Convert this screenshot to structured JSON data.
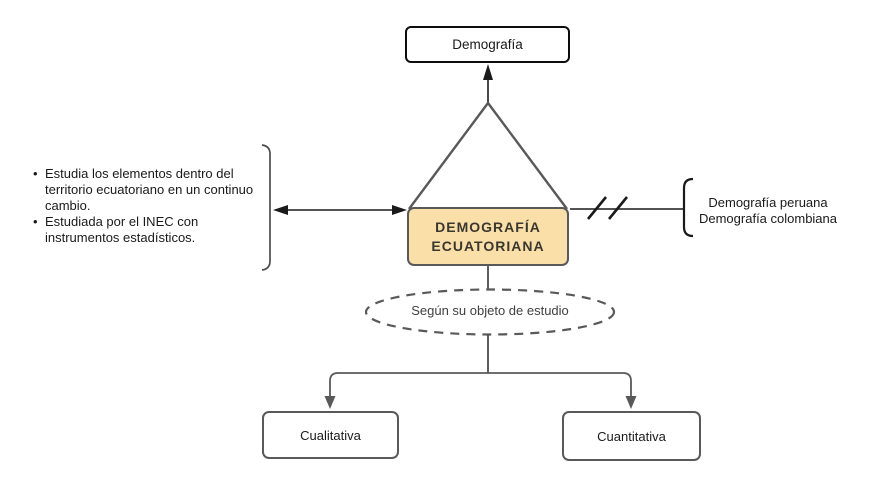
{
  "diagram": {
    "title_node": {
      "label": "Demografía"
    },
    "center_node": {
      "label": "DEMOGRAFÍA ECUATORIANA",
      "fill": "#fadfa9",
      "border": "#595959"
    },
    "category_ellipse": {
      "label": "Según su objeto de estudio"
    },
    "bottom_nodes": {
      "left": {
        "label": "Cualitativa"
      },
      "right": {
        "label": "Cuantitativa"
      }
    },
    "left_notes": {
      "items": [
        "Estudia los elementos dentro del\nterritorio ecuatoriano en un continuo\ncambio.",
        "Estudiada por el INEC con\ninstrumentos estadísticos."
      ]
    },
    "right_notes": {
      "items": [
        "Demografía peruana",
        "Demografía colombiana"
      ]
    },
    "colors": {
      "connector_gray": "#595959",
      "connector_black": "#1a1a1a",
      "center_fill": "#fadfa9"
    }
  }
}
